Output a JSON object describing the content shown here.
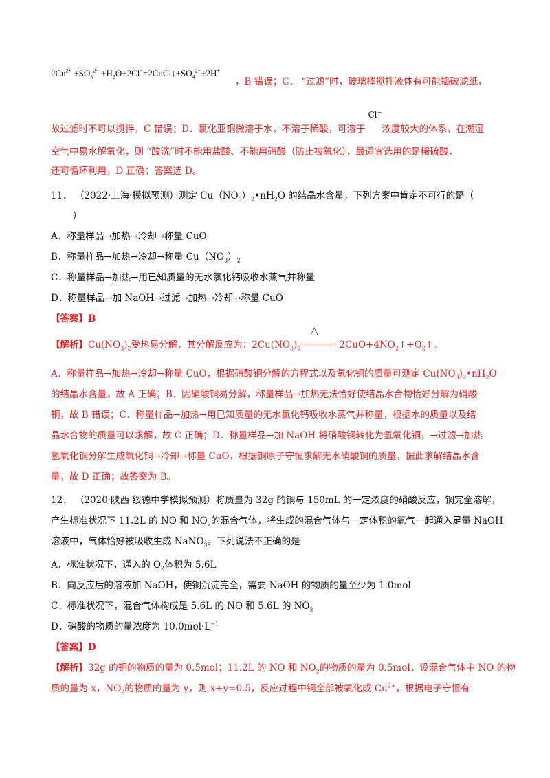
{
  "block10": {
    "eq_a": "2Cu",
    "eq_a_sup": "2+",
    "eq_b": " +SO",
    "eq_b_sub": "3",
    "eq_b_sup": "2−",
    "eq_c": " +H",
    "eq_c_sub": "2",
    "eq_d": "O+2Cl",
    "eq_d_sup": "−",
    "eq_e": "=2CuCl↓+SO",
    "eq_e_sub": "4",
    "eq_e_sup": "2−",
    "eq_f": "+2H",
    "eq_f_sup": "+",
    "line1_tail": "，B 错误；C．  “过滤”时，玻璃棒搅拌液体有可能捣破滤纸，",
    "line2_a": "故过滤时不可以搅拌，C 错误；D．氯化亚铜微溶于水，不溶于稀酸，可溶于",
    "line2_ion": "Cl",
    "line2_ion_sup": "−",
    "line2_b": "浓度较大的体系，在潮湿",
    "line3": "空气中易水解氧化，则  “酸洗”时不能用盐酸、不能用硝酸（防止被氧化），最适宜选用的是稀硫酸，",
    "line4": "还可循环利用，D 正确；答案选 D。"
  },
  "q11": {
    "stem_a": "11．  （2022·上海·模拟预测）测定 Cu（NO",
    "stem_a_sub": "3",
    "stem_b": "）",
    "stem_b_sub": "2",
    "stem_c": "•nH",
    "stem_c_sub": "2",
    "stem_d": "O 的结晶水含量，下列方案中肯定不可行的是（",
    "stem_close": "）",
    "opt_a": "A．称量样品→加热→冷却→称量 CuO",
    "opt_b": "B．称量样品→加热→冷却→称量 Cu（NO",
    "opt_b_sub": "3",
    "opt_b_end": "）",
    "opt_b_sub2": "2",
    "opt_c": "C．称量样品→加热→用已知质量的无水氯化钙吸收水蒸气并称量",
    "opt_d": "D．称量样品→加 NaOH→过滤→加热→冷却→称量 CuO",
    "answer": "【答案】B",
    "analysis_label": "【解析】",
    "analysis_a": "Cu(NO",
    "analysis_a_sub": "3",
    "analysis_b": ")",
    "analysis_b_sub": "2",
    "analysis_c": "受热易分解，其分解反应为：2Cu(NO",
    "analysis_c_sub": "3",
    "analysis_d": ")",
    "analysis_d_sub": "2",
    "condition": "△",
    "analysis_e": "2CuO+4NO",
    "analysis_e_sub": "2",
    "analysis_f": "↑+O",
    "analysis_f_sub": "2",
    "analysis_g": "↑。",
    "exp1_a": "A．称量样品→加热→冷却→称量 CuO，根据硝酸铜分解的方程式以及氧化铜的质量可测定 Cu(NO",
    "exp1_sub1": "3",
    "exp1_b": ")",
    "exp1_sub2": "2",
    "exp1_c": "•nH",
    "exp1_sub3": "2",
    "exp1_d": "O",
    "exp2": "的结晶水含量，故 A 正确；B．因硝酸铜易分解，称量样品→加热无法恰好使结晶水合物恰好分解为硝酸",
    "exp3": "铜，故 B 错误；C．称量样品→加热→用已知质量的无水氯化钙吸收水蒸气并称量，根据水的质量以及结",
    "exp4": "晶水合物的质量可以求解，故 C 正确；D．称量样品→加 NaOH 将硝酸铜转化为氢氧化铜，→过滤→加热",
    "exp5": "氢氧化铜分解生成氧化铜→冷却→称量 CuO，根据铜原子守恒求解无水硝酸铜的质量，据此求解结晶水含",
    "exp6": "量，故 D 正确；故答案为 B。"
  },
  "q12": {
    "stem1": "12．  （2020·陕西·绥德中学模拟预测）将质量为 32g 的铜与 150mL 的一定浓度的硝酸反应，铜完全溶解，",
    "stem2_a": "产生标准状况下 11.2L 的 NO 和 NO",
    "stem2_sub": "2",
    "stem2_b": "的混合气体，将生成的混合气体与一定体积的氧气一起通入足量 NaOH",
    "stem3_a": "溶液中，气体恰好被吸收生成 NaNO",
    "stem3_sub": "3",
    "stem3_b": "。下列说法不正确的是",
    "opt_a_a": "A．标准状况下，通入的 O",
    "opt_a_sub": "2",
    "opt_a_b": "体积为 5.6L",
    "opt_b": "B．向反应后的溶液加 NaOH，使铜沉淀完全，需要 NaOH 的物质的量至少为 1.0mol",
    "opt_c_a": "C．标准状况下，混合气体构成是 5.6L 的 NO 和 5.6L 的 NO",
    "opt_c_sub": "2",
    "opt_d_a": "D．硝酸的物质的量浓度为 10.0mol·L",
    "opt_d_sup": "−1",
    "answer": "【答案】D",
    "analysis_label": "【解析】",
    "exp1_a": "32g 的铜的物质的量为 0.5mol；11.2L 的 NO 和 NO",
    "exp1_sub": "2",
    "exp1_b": "的物质的量为 0.5mol，设混合气体中 NO 的物",
    "exp2_a": "质的量为 x，NO",
    "exp2_sub": "2",
    "exp2_b": "的物质的量为 y，则 x+y=0.5，反应过程中铜全部被氧化成 Cu",
    "exp2_sup": "2+",
    "exp2_c": "，根据电子守恒有"
  }
}
